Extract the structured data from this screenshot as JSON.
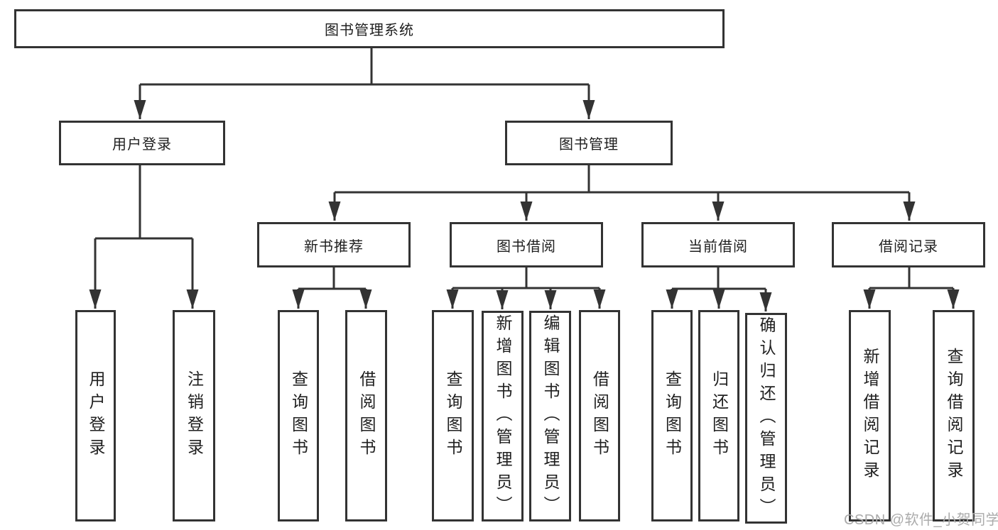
{
  "colors": {
    "line": "#333333",
    "text": "#1f1f1f",
    "watermark": "#ababab",
    "background": "#ffffff"
  },
  "watermark": "CSDN @软件_小贺同学",
  "tree": {
    "root": {
      "label": "图书管理系统"
    },
    "branches": [
      {
        "label": "用户登录",
        "children": [
          {
            "label": "用户登录"
          },
          {
            "label": "注销登录"
          }
        ]
      },
      {
        "label": "图书管理",
        "children": [
          {
            "label": "新书推荐",
            "children": [
              {
                "label": "查询图书"
              },
              {
                "label": "借阅图书"
              }
            ]
          },
          {
            "label": "图书借阅",
            "children": [
              {
                "label": "查询图书"
              },
              {
                "label": "新增图书（管理员）"
              },
              {
                "label": "编辑图书（管理员）"
              },
              {
                "label": "借阅图书"
              }
            ]
          },
          {
            "label": "当前借阅",
            "children": [
              {
                "label": "查询图书"
              },
              {
                "label": "归还图书"
              },
              {
                "label": "确认归还（管理员）"
              }
            ]
          },
          {
            "label": "借阅记录",
            "children": [
              {
                "label": "新增借阅记录"
              },
              {
                "label": "查询借阅记录"
              }
            ]
          }
        ]
      }
    ]
  }
}
